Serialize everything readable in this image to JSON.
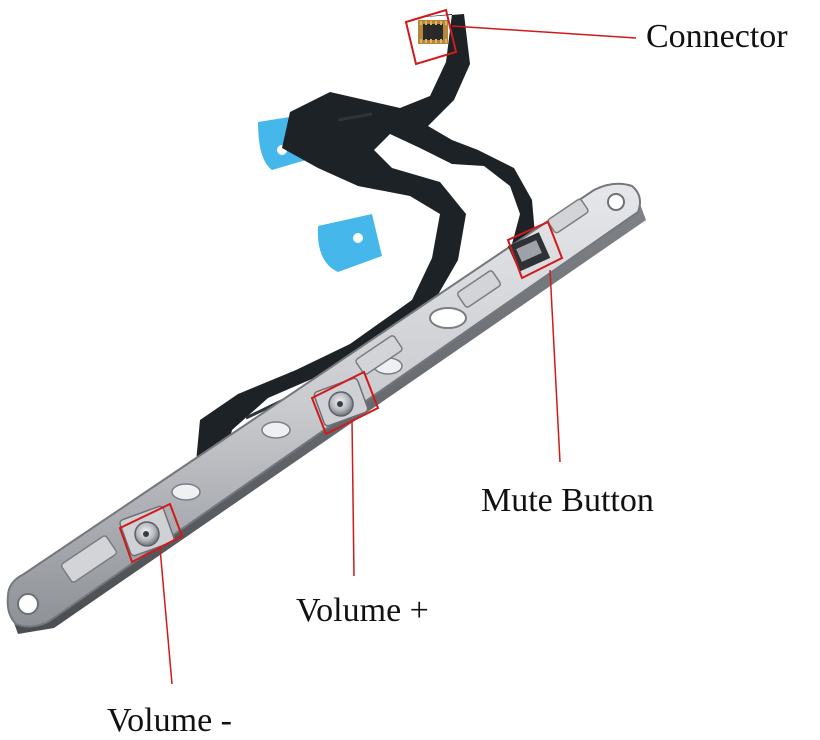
{
  "labels": {
    "connector": "Connector",
    "mute_button": "Mute Button",
    "volume_up": "Volume +",
    "volume_down": "Volume -"
  },
  "colors": {
    "background": "#ffffff",
    "callout": "#d11a1a",
    "flex_cable": "#1c2226",
    "adhesive": "#46b7ea",
    "bracket": "#c9cbcf",
    "label_text": "#111111"
  },
  "icons": {
    "connector": "board-to-board-connector",
    "buttons": "tactile-switch"
  }
}
